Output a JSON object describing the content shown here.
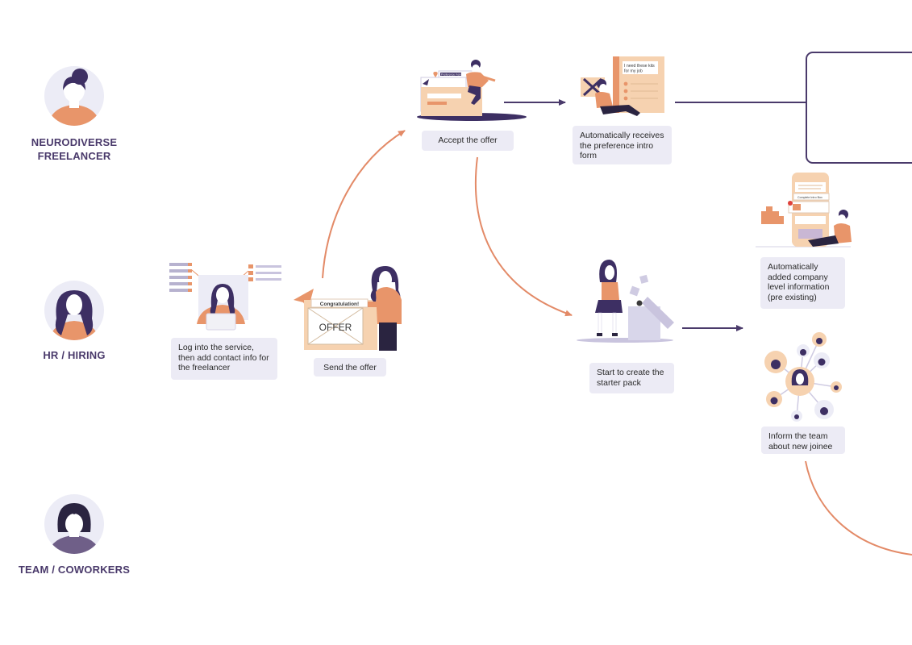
{
  "personas": [
    {
      "id": "freelancer",
      "label": "NEURODIVERSE\nFREELANCER"
    },
    {
      "id": "hr",
      "label": "HR / HIRING"
    },
    {
      "id": "team",
      "label": "TEAM / COWORKERS"
    }
  ],
  "steps": {
    "log_in": "Log into the service,\nthen add contact info for\nthe freelancer",
    "send_offer": "Send the offer",
    "accept_offer": "Accept the offer",
    "receive_form": "Automatically receives\nthe preference intro\nform",
    "company_info": "Automatically\nadded company\nlevel information\n(pre existing)",
    "starter_pack": "Start to create the\nstarter pack",
    "inform_team": "Inform the team\nabout new joinee"
  },
  "illustration_text": {
    "envelope_banner": "Congratulation!",
    "envelope_word": "OFFER",
    "doc_note": "I need these kits\nfor my job",
    "phone_header": "Complete Intro Box",
    "form_header": "Preference Form"
  },
  "colors": {
    "accent_purple": "#4a3a6b",
    "accent_orange": "#e8956a",
    "connector_orange": "#e38a67",
    "pale_orange": "#f6d2b0",
    "label_bg": "#ecebf5",
    "avatar_bg": "#ececf6"
  }
}
